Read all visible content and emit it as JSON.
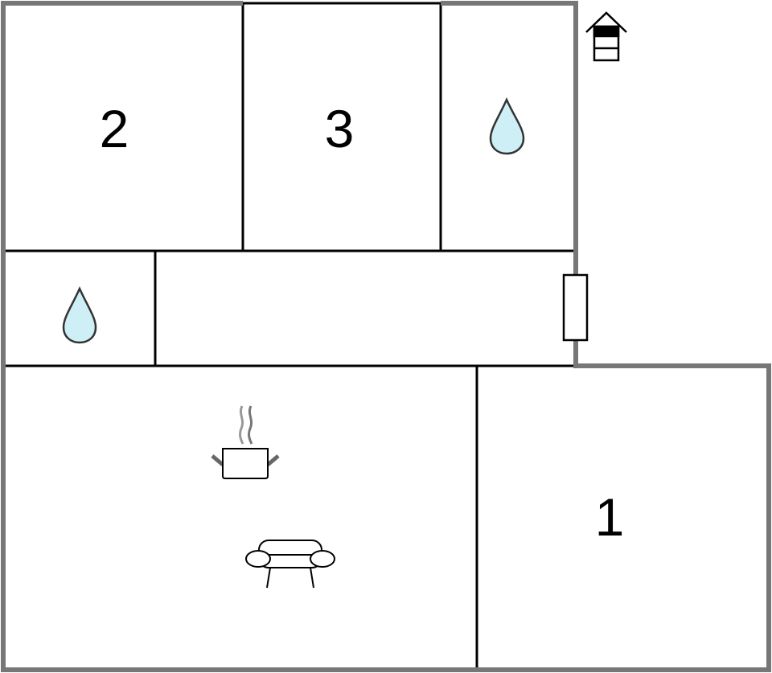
{
  "floor_plan": {
    "rooms": [
      {
        "id": "bedroom-2",
        "label": "2"
      },
      {
        "id": "bedroom-3",
        "label": "3"
      },
      {
        "id": "bedroom-1",
        "label": "1"
      }
    ],
    "icons": [
      "entrance-house-icon",
      "bathroom-water-drop-icon",
      "bathroom-water-drop-icon",
      "cooking-pot-icon",
      "sofa-icon",
      "door-icon"
    ],
    "colors": {
      "outer_wall": "#777777",
      "inner_wall": "#000000",
      "water_drop": "#cdeff5"
    }
  }
}
